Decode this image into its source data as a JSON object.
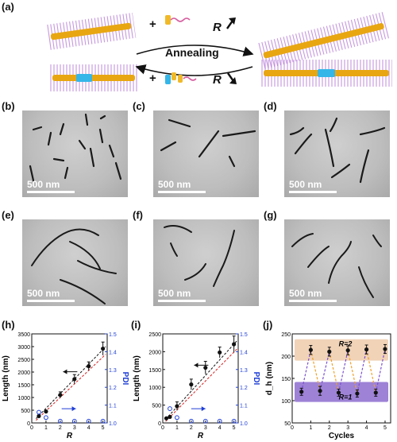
{
  "panel_labels": {
    "a": "(a)",
    "b": "(b)",
    "c": "(c)",
    "d": "(d)",
    "e": "(e)",
    "f": "(f)",
    "g": "(g)",
    "h": "(h)",
    "i": "(i)",
    "j": "(j)"
  },
  "schematic": {
    "center_label": "Annealing",
    "plus": "+",
    "r_symbol": "R",
    "top_arrow": "up",
    "bottom_arrow": "down",
    "colors": {
      "core": "#e8a712",
      "corona": "#b77ad6",
      "segment": "#35b6e8"
    }
  },
  "tem": {
    "scale_label": "500 nm",
    "panels": [
      "b",
      "c",
      "d",
      "e",
      "f",
      "g"
    ]
  },
  "chart_data": [
    {
      "panel": "(h)",
      "type": "scatter",
      "xlabel": "R",
      "ylabel": "Length (nm)",
      "y2label": "PDI",
      "xlim": [
        0,
        5.3
      ],
      "ylim": [
        0,
        3500
      ],
      "y2lim": [
        1.0,
        1.5
      ],
      "xticks": [
        0,
        1,
        2,
        3,
        4,
        5
      ],
      "yticks": [
        0,
        500,
        1000,
        1500,
        2000,
        2500,
        3000,
        3500
      ],
      "y2ticks": [
        1.0,
        1.1,
        1.2,
        1.3,
        1.4,
        1.5
      ],
      "series": [
        {
          "axis": "left",
          "marker": "filled-circle",
          "color": "#111111",
          "x": [
            0.5,
            1,
            2,
            3,
            4,
            5
          ],
          "y": [
            270,
            450,
            1100,
            1720,
            2230,
            2920
          ],
          "err": [
            0,
            0,
            120,
            180,
            170,
            260
          ]
        },
        {
          "axis": "right",
          "marker": "open-circle",
          "color": "#1f3fd6",
          "x": [
            0.5,
            1,
            2,
            3,
            4,
            5
          ],
          "y": [
            1.06,
            1.03,
            1.01,
            1.01,
            1.01,
            1.01
          ]
        }
      ],
      "fits": [
        {
          "style": "black-dashed",
          "x": [
            0.3,
            5.2
          ],
          "y": [
            170,
            3000
          ]
        },
        {
          "style": "red-dashed",
          "x": [
            0.3,
            5.2
          ],
          "y": [
            100,
            2700
          ]
        }
      ],
      "arrows": [
        {
          "direction": "left",
          "color": "#111111",
          "x": [
            2.2,
            3.2
          ],
          "y": 2010
        },
        {
          "direction": "right",
          "color": "#1f3fd6",
          "x": [
            2.1,
            3.1
          ],
          "y2": 1.08
        }
      ]
    },
    {
      "panel": "(i)",
      "type": "scatter",
      "xlabel": "R",
      "ylabel": "Length (nm)",
      "y2label": "PDI",
      "xlim": [
        0,
        5.3
      ],
      "ylim": [
        0,
        2500
      ],
      "y2lim": [
        1.0,
        1.5
      ],
      "xticks": [
        0,
        1,
        2,
        3,
        4,
        5
      ],
      "yticks": [
        0,
        500,
        1000,
        1500,
        2000,
        2500
      ],
      "y2ticks": [
        1.0,
        1.1,
        1.2,
        1.3,
        1.4,
        1.5
      ],
      "series": [
        {
          "axis": "left",
          "marker": "filled-circle",
          "color": "#111111",
          "x": [
            0.25,
            0.5,
            1,
            2,
            3,
            4,
            5
          ],
          "y": [
            130,
            170,
            470,
            1080,
            1550,
            1980,
            2210
          ],
          "err": [
            0,
            0,
            120,
            150,
            180,
            150,
            230
          ]
        },
        {
          "axis": "right",
          "marker": "open-circle",
          "color": "#1f3fd6",
          "x": [
            0.5,
            1,
            2,
            3,
            4,
            5
          ],
          "y": [
            1.08,
            1.03,
            1.01,
            1.01,
            1.01,
            1.01
          ]
        }
      ],
      "fits": [
        {
          "style": "black-dashed",
          "x": [
            0.2,
            5.2
          ],
          "y": [
            100,
            2300
          ]
        },
        {
          "style": "red-dashed",
          "x": [
            0.2,
            5.2
          ],
          "y": [
            40,
            2070
          ]
        }
      ],
      "arrows": [
        {
          "direction": "left",
          "color": "#111111",
          "x": [
            2.2,
            3.2
          ],
          "y": 1620
        },
        {
          "direction": "right",
          "color": "#1f3fd6",
          "x": [
            2.0,
            3.0
          ],
          "y2": 1.08
        }
      ]
    },
    {
      "panel": "(j)",
      "type": "line",
      "xlabel": "Cycles",
      "ylabel": "d_h (nm)",
      "xlim": [
        0,
        5.3
      ],
      "ylim": [
        50,
        250
      ],
      "xticks": [
        0,
        1,
        2,
        3,
        4,
        5
      ],
      "yticks": [
        50,
        100,
        150,
        200,
        250
      ],
      "points": [
        {
          "x": 0.5,
          "y": 120,
          "err": 8
        },
        {
          "x": 1.0,
          "y": 214,
          "err": 10
        },
        {
          "x": 1.5,
          "y": 122,
          "err": 10
        },
        {
          "x": 2.0,
          "y": 210,
          "err": 10
        },
        {
          "x": 2.5,
          "y": 118,
          "err": 8
        },
        {
          "x": 3.0,
          "y": 213,
          "err": 10
        },
        {
          "x": 3.5,
          "y": 116,
          "err": 8
        },
        {
          "x": 4.0,
          "y": 215,
          "err": 10
        },
        {
          "x": 4.5,
          "y": 118,
          "err": 8
        },
        {
          "x": 5.0,
          "y": 216,
          "err": 10
        }
      ],
      "bands": [
        {
          "label": "R=2",
          "y_range": [
            190,
            238
          ],
          "color": "#f1d3b8"
        },
        {
          "label": "R=1",
          "y_range": [
            97,
            142
          ],
          "color": "#9d82d6"
        }
      ],
      "link_colors": [
        "#7b4fd0",
        "#f0a22a"
      ]
    }
  ]
}
